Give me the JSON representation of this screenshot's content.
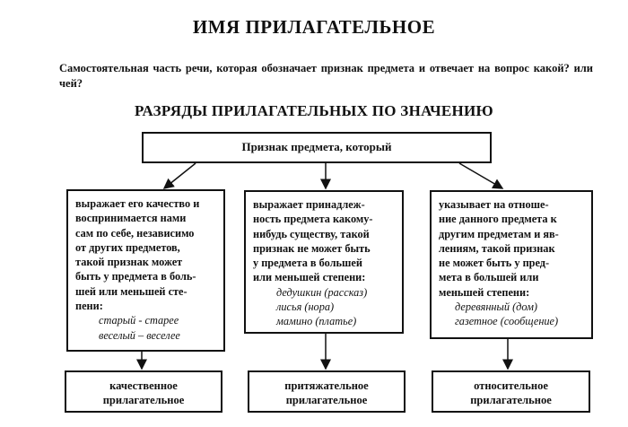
{
  "title": "ИМЯ ПРИЛАГАТЕЛЬНОЕ",
  "definition": {
    "text": "Самостоятельная часть речи, которая обозначает признак предмета и отвечает на вопрос",
    "question": "какой? или чей?"
  },
  "heading": "РАЗРЯДЫ ПРИЛАГАТЕЛЬНЫХ ПО ЗНАЧЕНИЮ",
  "root": "Признак предмета, который",
  "categories": [
    {
      "description": [
        "выражает его качество и",
        "воспринимается нами",
        "сам по себе, независимо",
        "от других предметов,",
        "такой признак может",
        "быть у предмета в боль-",
        "шей или меньшей сте-",
        "пени:"
      ],
      "examples": [
        "старый - старее",
        "веселый – веселее"
      ],
      "result": [
        "качественное",
        "прилагательное"
      ]
    },
    {
      "description": [
        "выражает принадлеж-",
        "ность предмета какому-",
        "нибудь существу, такой",
        "признак не может быть",
        "у предмета в большей",
        "или меньшей степени:"
      ],
      "examples": [
        "дедушкин (рассказ)",
        "лисья (нора)",
        "мамино (платье)"
      ],
      "result": [
        "притяжательное",
        "прилагательное"
      ]
    },
    {
      "description": [
        "указывает на отноше-",
        "ние данного предмета к",
        "другим предметам и яв-",
        "лениям, такой признак",
        "не может быть у пред-",
        "мета в большей или",
        "меньшей степени:"
      ],
      "examples": [
        "деревянный (дом)",
        "газетное (сообщение)"
      ],
      "result": [
        "относительное",
        "прилагательное"
      ]
    }
  ]
}
